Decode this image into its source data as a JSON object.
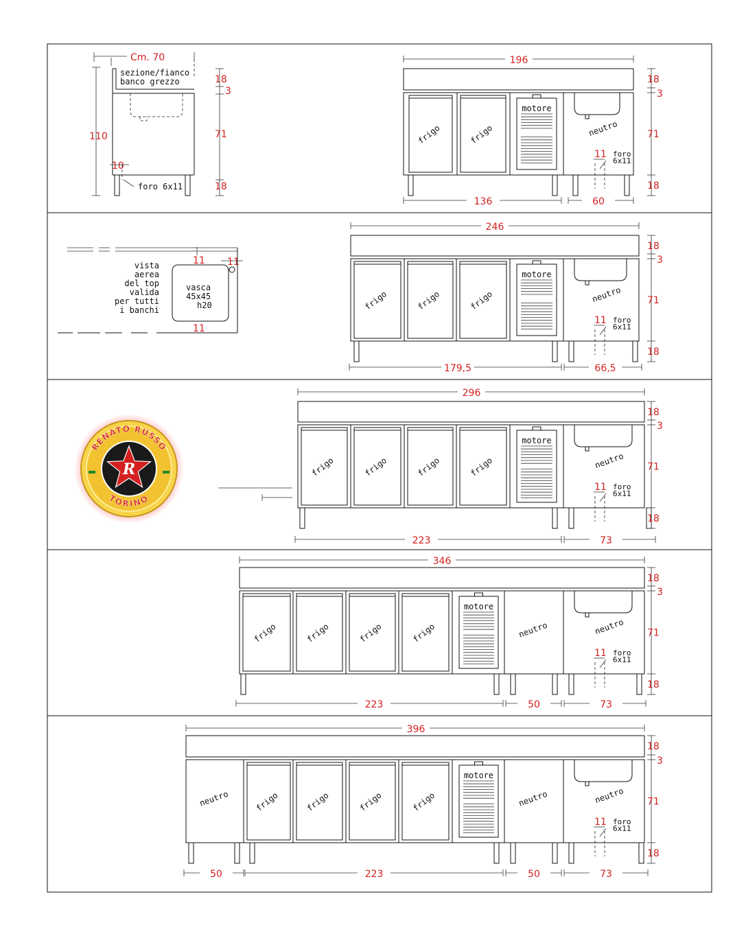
{
  "section": {
    "width_label": "Cm. 70",
    "title": [
      "sezione/fianco",
      "banco grezzo"
    ],
    "height": "110",
    "leg_offset": "10",
    "hole_note": "foro 6x11",
    "dims": {
      "top": "18",
      "lip": "3",
      "body": "71",
      "legs": "18"
    }
  },
  "top_view": {
    "caption": [
      "vista",
      "aerea",
      "del top",
      "valida",
      "per tutti",
      "i banchi"
    ],
    "basin": [
      "vasca",
      "45x45",
      "h20"
    ],
    "offset_top": "11",
    "offset_side": "11",
    "offset_bottom": "11"
  },
  "labels": {
    "frigo": "frigo",
    "neutro": "neutro",
    "motore": "motore",
    "hole": [
      "foro",
      "6x11"
    ],
    "hole_offset": "11"
  },
  "vertical_dims": [
    "18",
    "3",
    "71",
    "18"
  ],
  "logo": {
    "top_text": "RENATO RUSSO",
    "bottom_text": "TORINO",
    "monogram": "R"
  },
  "benches": [
    {
      "total": "196",
      "bottom": [
        "136",
        "60"
      ],
      "modules": [
        "frigo",
        "frigo",
        "motore",
        "sink"
      ]
    },
    {
      "total": "246",
      "bottom": [
        "179,5",
        "66,5"
      ],
      "modules": [
        "frigo",
        "frigo",
        "frigo",
        "motore",
        "sink"
      ]
    },
    {
      "total": "296",
      "bottom": [
        "223",
        "73"
      ],
      "modules": [
        "frigo",
        "frigo",
        "frigo",
        "frigo",
        "motore",
        "sink"
      ]
    },
    {
      "total": "346",
      "bottom": [
        "223",
        "50",
        "73"
      ],
      "modules": [
        "frigo",
        "frigo",
        "frigo",
        "frigo",
        "motore",
        "neutro",
        "sink"
      ]
    },
    {
      "total": "396",
      "bottom": [
        "50",
        "223",
        "50",
        "73"
      ],
      "modules": [
        "neutro",
        "frigo",
        "frigo",
        "frigo",
        "frigo",
        "motore",
        "neutro",
        "sink"
      ]
    }
  ],
  "colors": {
    "dimension": "#d42020",
    "line": "#111111",
    "logo_red": "#d42020",
    "logo_gold": "#f2c230",
    "logo_black": "#1a1a1a"
  }
}
